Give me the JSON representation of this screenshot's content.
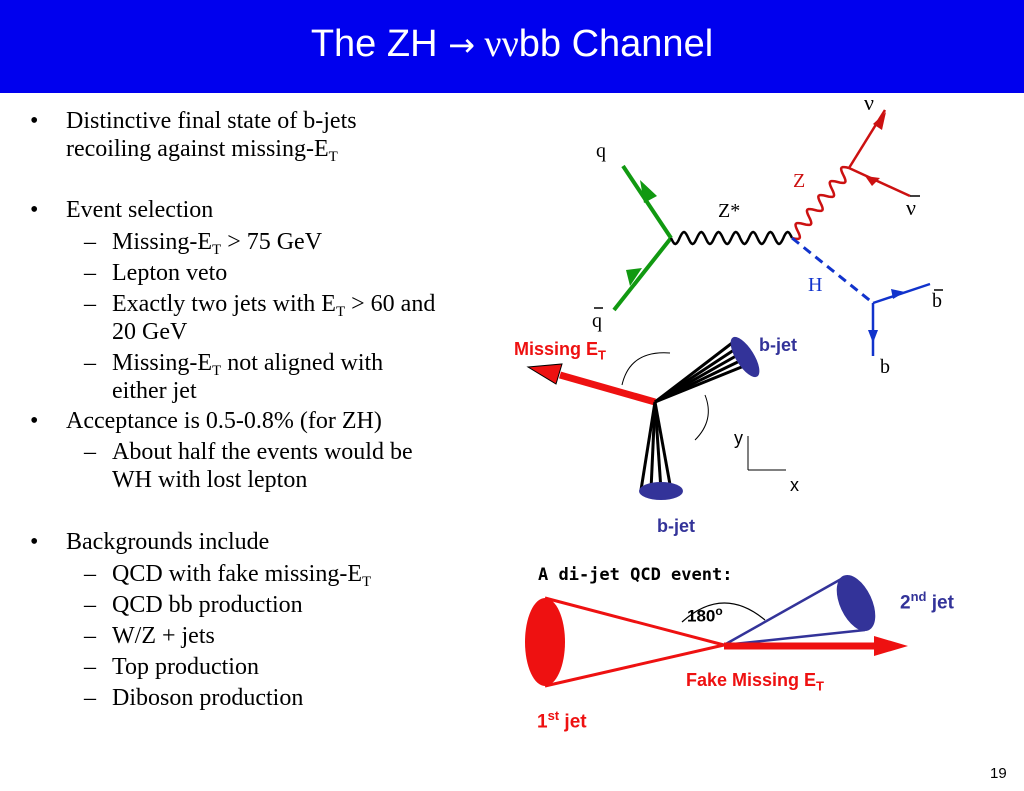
{
  "slide": {
    "title_prefix": "The ZH ",
    "title_arrow": "→",
    "title_nunu": " νν",
    "title_suffix": "bb Channel",
    "page_number": "19"
  },
  "bullets": {
    "b1_line1": "Distinctive final state of b-jets",
    "b1_line2": "recoiling against missing-E",
    "b2": "Event selection",
    "b2_s1": "Missing-E",
    "b2_s1_tail": " > 75 GeV",
    "b2_s2": "Lepton veto",
    "b2_s3_line1": "Exactly two jets with E",
    "b2_s3_line1_tail": " > 60 and",
    "b2_s3_line2": "20 GeV",
    "b2_s4_line1": "Missing-E",
    "b2_s4_line1_tail": " not aligned with",
    "b2_s4_line2": "either jet",
    "b3": "Acceptance is 0.5-0.8% (for ZH)",
    "b3_s1_line1": "About half the events would be",
    "b3_s1_line2": "WH with lost lepton",
    "b4": "Backgrounds include",
    "b4_s1": "QCD with fake missing-E",
    "b4_s2": "QCD bb production",
    "b4_s3": "W/Z + jets",
    "b4_s4": "Top production",
    "b4_s5": "Diboson production",
    "sub_T": "T",
    "dot": "•",
    "dash": "–"
  },
  "feynman": {
    "q": "q",
    "qbar": "q",
    "zstar": "Z*",
    "z": "Z",
    "h": "H",
    "nu": "ν",
    "nubar": "ν",
    "bbar": "b",
    "b": "b"
  },
  "event": {
    "missing_et": "Missing E",
    "bjet_top": "b-jet",
    "bjet_bottom": "b-jet",
    "axis_y": "y",
    "axis_x": "x",
    "sub_T": "T"
  },
  "qcd": {
    "title": "A di-jet QCD event:",
    "angle": "180",
    "angle_sup": "o",
    "second_jet_num": "2",
    "second_jet_sup": "nd",
    "second_jet_word": " jet",
    "first_jet_num": "1",
    "first_jet_sup": "st",
    "first_jet_word": " jet",
    "fake_missing": "Fake Missing E",
    "sub_T": "T"
  },
  "colors": {
    "title_bg": "#0000ee",
    "gluon_green": "#119911",
    "fermion_red": "#cc1111",
    "b_blue": "#1133cc",
    "jet_navy": "#333399",
    "arrow_red": "#ee1111"
  }
}
